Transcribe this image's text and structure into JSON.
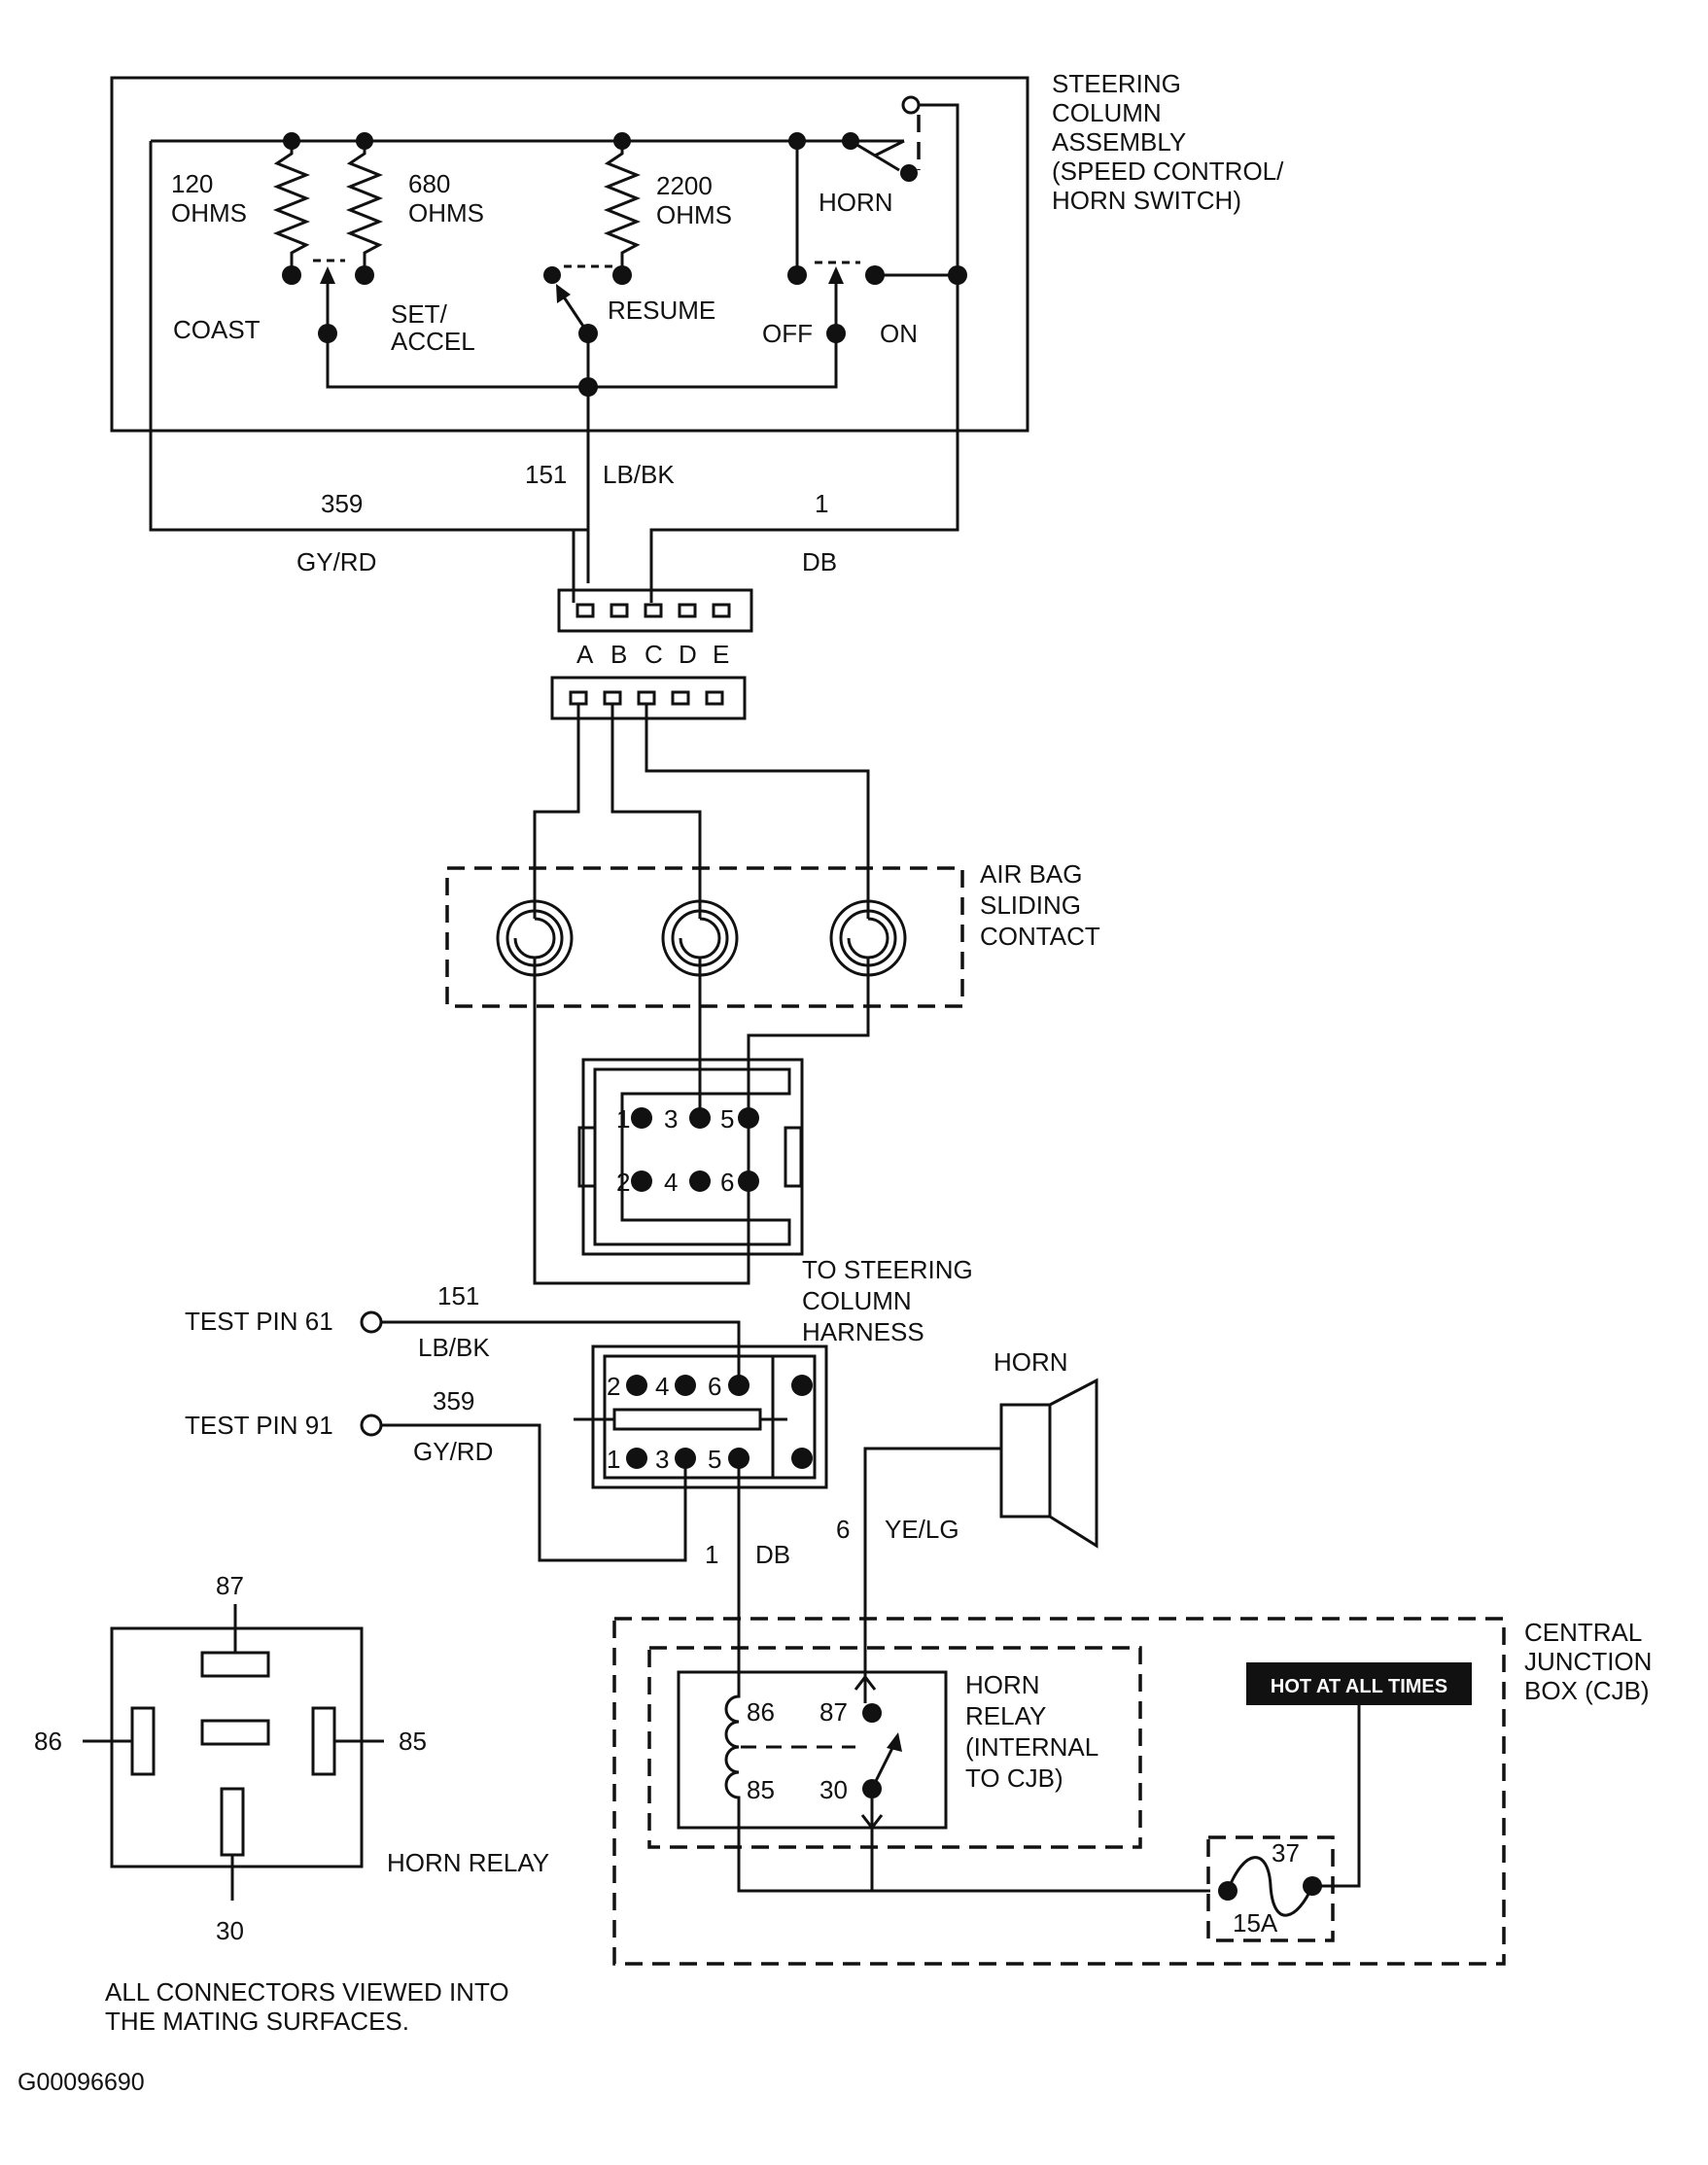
{
  "labels": {
    "steering_title": [
      "STEERING",
      "COLUMN",
      "ASSEMBLY",
      "(SPEED CONTROL/",
      "HORN SWITCH)"
    ],
    "r120": [
      "120",
      "OHMS"
    ],
    "r680": [
      "680",
      "OHMS"
    ],
    "r2200": [
      "2200",
      "OHMS"
    ],
    "horn_sw": "HORN",
    "coast": "COAST",
    "set_accel": [
      "SET/",
      "ACCEL"
    ],
    "resume": "RESUME",
    "off": "OFF",
    "on": "ON",
    "c151": "151",
    "lbbk": "LB/BK",
    "c359": "359",
    "gyrd": "GY/RD",
    "c1": "1",
    "db": "DB",
    "pins_ae": [
      "A",
      "B",
      "C",
      "D",
      "E"
    ],
    "airbag": [
      "AIR BAG",
      "SLIDING",
      "CONTACT"
    ],
    "pins_top_odd": [
      "1",
      "3",
      "5"
    ],
    "pins_top_even": [
      "2",
      "4",
      "6"
    ],
    "to_steering": [
      "TO STEERING",
      "COLUMN",
      "HARNESS"
    ],
    "test61": "TEST PIN 61",
    "test91": "TEST PIN 91",
    "w151": "151",
    "wlbbk": "LB/BK",
    "w359": "359",
    "wgyrd": "GY/RD",
    "horn": "HORN",
    "w1": "1",
    "wdb": "DB",
    "w6": "6",
    "yelg": "YE/LG",
    "relay_pins": [
      "86",
      "87",
      "85",
      "30"
    ],
    "horn_relay_int": [
      "HORN",
      "RELAY",
      "(INTERNAL",
      "TO CJB)"
    ],
    "hot": "HOT AT ALL TIMES",
    "cjb": [
      "CENTRAL",
      "JUNCTION",
      "BOX (CJB)"
    ],
    "fuse_num": "37",
    "fuse_amp": "15A",
    "relay_view": {
      "p87": "87",
      "p86": "86",
      "p85": "85",
      "p30": "30"
    },
    "horn_relay_caption": "HORN RELAY",
    "note": [
      "ALL CONNECTORS VIEWED INTO",
      "THE MATING SURFACES."
    ],
    "code": "G00096690"
  }
}
